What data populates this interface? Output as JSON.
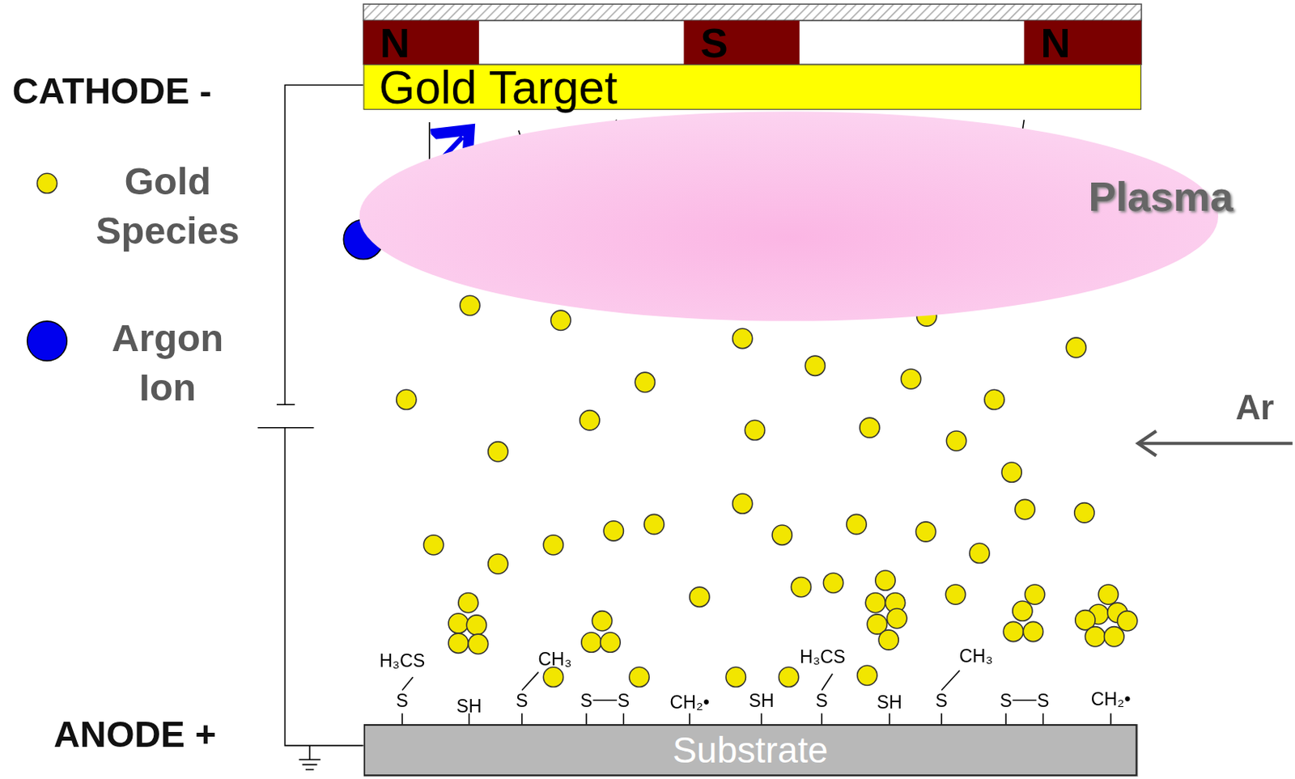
{
  "diagram": {
    "nodes": [
      {
        "text": [
          "N"
        ]
      },
      {
        "text": [
          "S"
        ]
      },
      {
        "text": [
          "N"
        ]
      },
      {
        "text": [
          "Gold Target"
        ]
      },
      {
        "text": [
          "Plasma"
        ]
      },
      {
        "text": [
          "Substrate"
        ]
      }
    ],
    "labels": [
      "CATHODE -",
      "ANODE +",
      "Ar",
      "H₃CS",
      "S",
      "SH",
      "CH₃",
      "S",
      "S",
      "S",
      "CH₂•",
      "SH",
      "H₃CS",
      "S",
      "SH",
      "CH₃",
      "S",
      "S",
      "S",
      "CH₂•"
    ],
    "legend": [
      {
        "text": "Gold Species"
      },
      {
        "text": "Argon Ion"
      }
    ]
  }
}
